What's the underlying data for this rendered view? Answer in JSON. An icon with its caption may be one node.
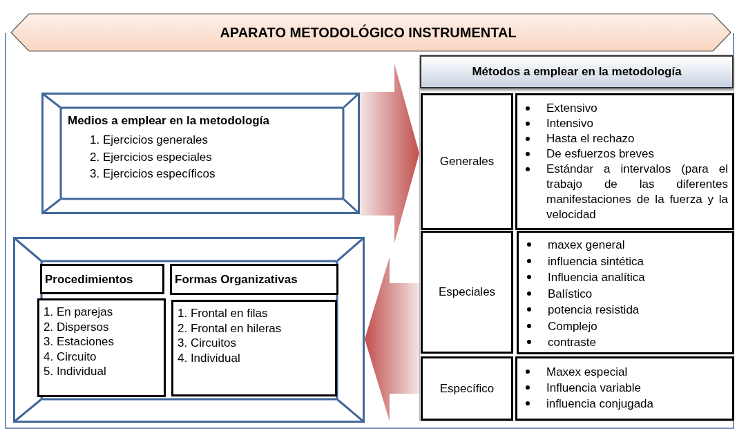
{
  "diagram": {
    "title": "APARATO METODOLÓGICO INSTRUMENTAL",
    "nodes": [
      {
        "text": [
          "Medios a emplear en la metodología",
          "1. Ejercicios generales",
          "2. Ejercicios especiales",
          "3. Ejercicios específicos"
        ]
      },
      {
        "text": [],
        "shape": "box"
      },
      {
        "text": [
          "Procedimientos"
        ],
        "in": 1
      },
      {
        "text": [
          "1. En parejas",
          "2. Dispersos",
          "3. Estaciones",
          "4. Circuito",
          "5. Individual"
        ],
        "in": 1
      },
      {
        "text": [
          "Formas Organizativas"
        ],
        "in": 1
      },
      {
        "text": [
          "1. Frontal en filas",
          "2. Frontal en hileras",
          "3. Circuitos",
          "4. Individual"
        ],
        "in": 1
      },
      {
        "text": [
          "Métodos a emplear en la metodología"
        ]
      },
      {
        "text": [
          "Generales"
        ],
        "in": 6
      },
      {
        "text": [
          "Extensivo",
          "Intensivo",
          "Hasta el rechazo",
          "De esfuerzos breves",
          "Estándar a intervalos (para el trabajo de las diferentes manifestaciones de la fuerza y la velocidad"
        ],
        "in": 6
      },
      {
        "text": [
          "Especiales"
        ],
        "in": 6
      },
      {
        "text": [
          "maxex general",
          "influencia sintética",
          "Influencia analítica",
          "Balístico",
          "potencia resistida",
          "Complejo",
          "contraste"
        ],
        "in": 6
      },
      {
        "text": [
          "Específico"
        ],
        "in": 6
      },
      {
        "text": [
          "Maxex especial",
          "Influencia variable",
          "influencia conjugada"
        ],
        "in": 6
      }
    ],
    "edges": [
      {
        "from": 0,
        "to": 6,
        "arrow": "to"
      },
      {
        "from": 6,
        "to": 1,
        "arrow": "to"
      }
    ]
  }
}
